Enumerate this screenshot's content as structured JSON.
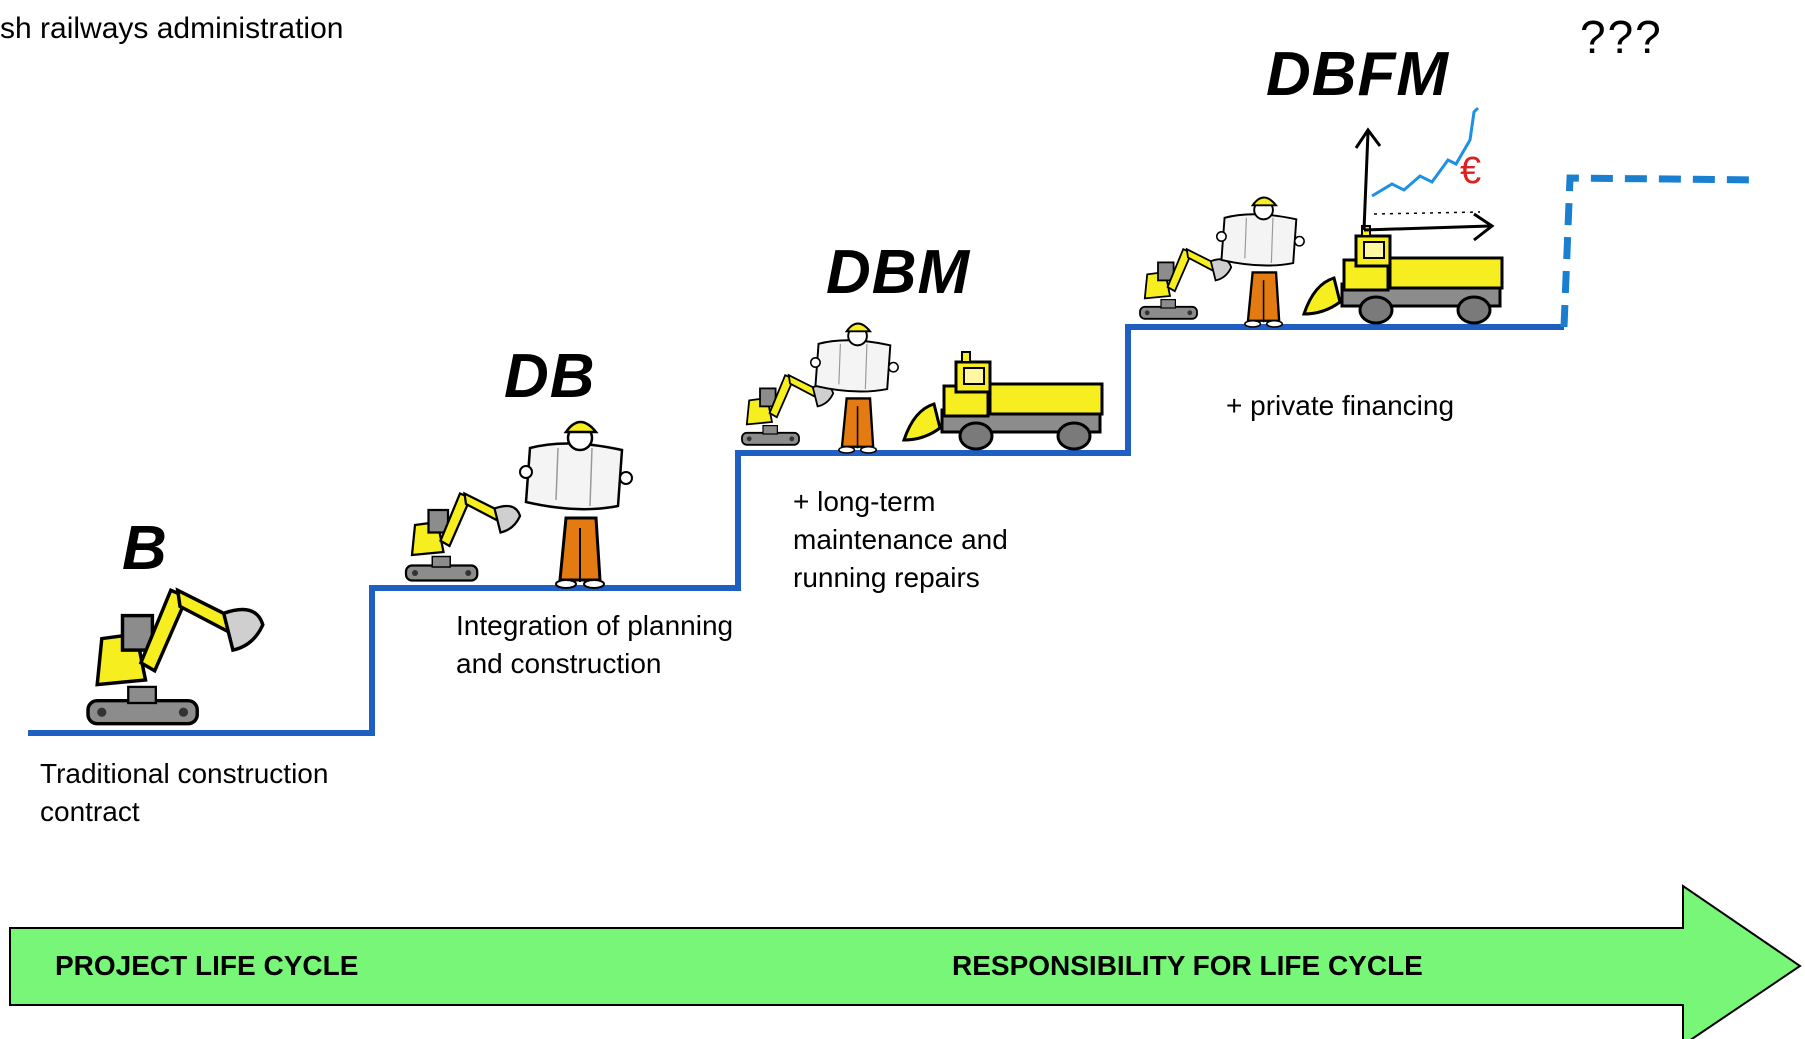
{
  "header": {
    "title": "sh railways administration",
    "question_marks": "???"
  },
  "stages": [
    {
      "label": "B",
      "caption": [
        "Traditional construction",
        "contract"
      ]
    },
    {
      "label": "DB",
      "caption": [
        "Integration of planning",
        "and construction"
      ]
    },
    {
      "label": "DBM",
      "caption": [
        "+ long-term",
        "maintenance and",
        "running repairs"
      ]
    },
    {
      "label": "DBFM",
      "caption": [
        "+ private financing"
      ]
    }
  ],
  "chart_icon": {
    "currency_symbol": "€"
  },
  "arrow": {
    "left_label": "PROJECT LIFE CYCLE",
    "right_label": "RESPONSIBILITY FOR LIFE CYCLE"
  },
  "colors": {
    "step_line": "#1f5fc4",
    "dashed_step": "#1b7fd0",
    "arrow_fill": "#77f677",
    "machine_yellow": "#f7ee1f",
    "machine_gray": "#8c8c8c",
    "worker_orange": "#e37b12",
    "chart_line": "#1e90e6",
    "euro_red": "#e02020"
  }
}
